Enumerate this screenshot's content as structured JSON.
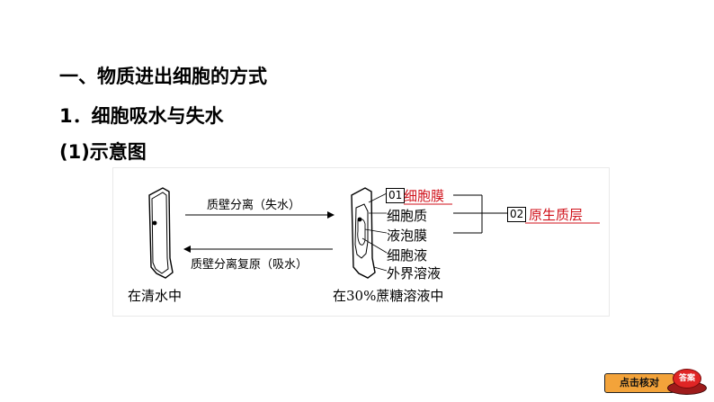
{
  "headings": {
    "section": "一、物质进出细胞的方式",
    "sub": "1．细胞吸水与失水",
    "item": "(1)示意图"
  },
  "diagram": {
    "arrow_top_label": "质壁分离（失水）",
    "arrow_bottom_label": "质壁分离复原（吸水）",
    "left_caption": "在清水中",
    "right_caption": "在30%蔗糖溶液中",
    "labels": {
      "n1": "01",
      "a1": "细胞膜",
      "b": "细胞质",
      "c": "液泡膜",
      "d": "细胞液",
      "e": "外界溶液",
      "n2": "02",
      "a2": "原生质层"
    },
    "answer_color": "#d0121b"
  },
  "footer": {
    "button_label": "点击核对",
    "knob_label": "答案"
  }
}
